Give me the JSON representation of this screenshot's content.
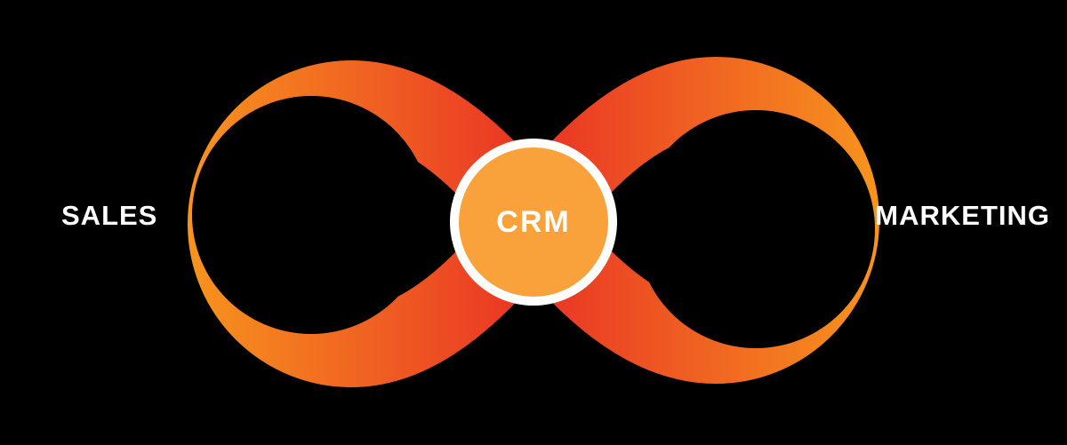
{
  "diagram": {
    "left_label": "SALES",
    "right_label": "MARKETING",
    "center_label": "CRM"
  },
  "colors": {
    "background": "#000000",
    "gradient_orange": "#F7941E",
    "gradient_red": "#E93325",
    "center_circle_fill": "#F9A23B",
    "center_ring": "#FFFFFF",
    "label_text": "#FFFFFF"
  }
}
